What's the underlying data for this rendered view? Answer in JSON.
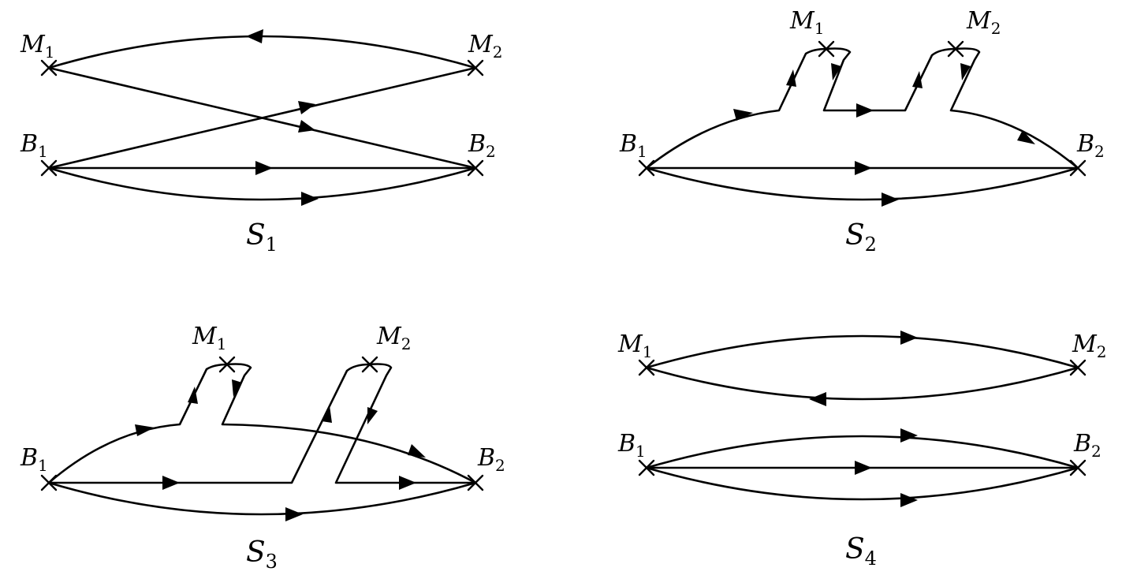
{
  "diagrams": [
    {
      "caption": "S",
      "caption_sub": "1",
      "labels": [
        {
          "main": "M",
          "sub": "1"
        },
        {
          "main": "M",
          "sub": "2"
        },
        {
          "main": "B",
          "sub": "1"
        },
        {
          "main": "B",
          "sub": "2"
        }
      ]
    },
    {
      "caption": "S",
      "caption_sub": "2",
      "labels": [
        {
          "main": "M",
          "sub": "1"
        },
        {
          "main": "M",
          "sub": "2"
        },
        {
          "main": "B",
          "sub": "1"
        },
        {
          "main": "B",
          "sub": "2"
        }
      ]
    },
    {
      "caption": "S",
      "caption_sub": "3",
      "labels": [
        {
          "main": "M",
          "sub": "1"
        },
        {
          "main": "M",
          "sub": "2"
        },
        {
          "main": "B",
          "sub": "1"
        },
        {
          "main": "B",
          "sub": "2"
        }
      ]
    },
    {
      "caption": "S",
      "caption_sub": "4",
      "labels": [
        {
          "main": "M",
          "sub": "1"
        },
        {
          "main": "M",
          "sub": "2"
        },
        {
          "main": "B",
          "sub": "1"
        },
        {
          "main": "B",
          "sub": "2"
        }
      ]
    }
  ]
}
